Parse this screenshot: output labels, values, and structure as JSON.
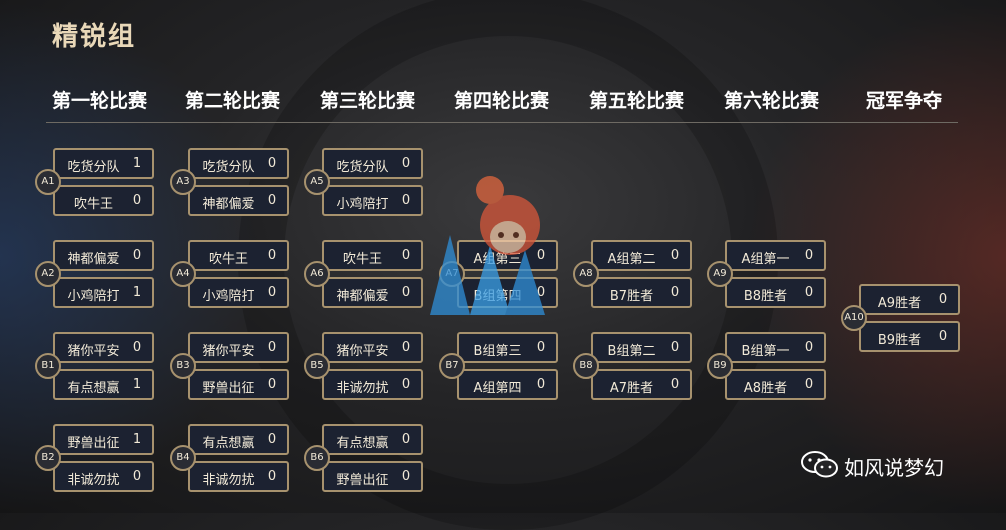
{
  "title": "精锐组",
  "rounds": [
    "第一轮比赛",
    "第二轮比赛",
    "第三轮比赛",
    "第四轮比赛",
    "第五轮比赛",
    "第六轮比赛",
    "冠军争夺"
  ],
  "matches": {
    "r1": [
      {
        "code": "A1",
        "team1": "吃货分队",
        "score1": "1",
        "team2": "吹牛王",
        "score2": "0"
      },
      {
        "code": "A2",
        "team1": "神都偏爱",
        "score1": "0",
        "team2": "小鸡陪打",
        "score2": "1"
      },
      {
        "code": "B1",
        "team1": "猪你平安",
        "score1": "0",
        "team2": "有点想赢",
        "score2": "1"
      },
      {
        "code": "B2",
        "team1": "野兽出征",
        "score1": "1",
        "team2": "非诚勿扰",
        "score2": "0"
      }
    ],
    "r2": [
      {
        "code": "A3",
        "team1": "吃货分队",
        "score1": "0",
        "team2": "神都偏爱",
        "score2": "0"
      },
      {
        "code": "A4",
        "team1": "吹牛王",
        "score1": "0",
        "team2": "小鸡陪打",
        "score2": "0"
      },
      {
        "code": "B3",
        "team1": "猪你平安",
        "score1": "0",
        "team2": "野兽出征",
        "score2": "0"
      },
      {
        "code": "B4",
        "team1": "有点想赢",
        "score1": "0",
        "team2": "非诚勿扰",
        "score2": "0"
      }
    ],
    "r3": [
      {
        "code": "A5",
        "team1": "吃货分队",
        "score1": "0",
        "team2": "小鸡陪打",
        "score2": "0"
      },
      {
        "code": "A6",
        "team1": "吹牛王",
        "score1": "0",
        "team2": "神都偏爱",
        "score2": "0"
      },
      {
        "code": "B5",
        "team1": "猪你平安",
        "score1": "0",
        "team2": "非诚勿扰",
        "score2": "0"
      },
      {
        "code": "B6",
        "team1": "有点想赢",
        "score1": "0",
        "team2": "野兽出征",
        "score2": "0"
      }
    ],
    "r4": [
      {
        "code": "A7",
        "team1": "A组第三",
        "score1": "0",
        "team2": "B组第四",
        "score2": "0"
      },
      {
        "code": "B7",
        "team1": "B组第三",
        "score1": "0",
        "team2": "A组第四",
        "score2": "0"
      }
    ],
    "r5": [
      {
        "code": "A8",
        "team1": "A组第二",
        "score1": "0",
        "team2": "B7胜者",
        "score2": "0"
      },
      {
        "code": "B8",
        "team1": "B组第二",
        "score1": "0",
        "team2": "A7胜者",
        "score2": "0"
      }
    ],
    "r6": [
      {
        "code": "A9",
        "team1": "A组第一",
        "score1": "0",
        "team2": "B8胜者",
        "score2": "0"
      },
      {
        "code": "B9",
        "team1": "B组第一",
        "score1": "0",
        "team2": "A8胜者",
        "score2": "0"
      }
    ],
    "final": [
      {
        "code": "A10",
        "team1": "A9胜者",
        "score1": "0",
        "team2": "B9胜者",
        "score2": "0"
      }
    ]
  },
  "watermark": {
    "text": "如风说梦幻",
    "icon": "wechat-icon"
  },
  "logo": {
    "icon": "game-mascot-logo"
  }
}
